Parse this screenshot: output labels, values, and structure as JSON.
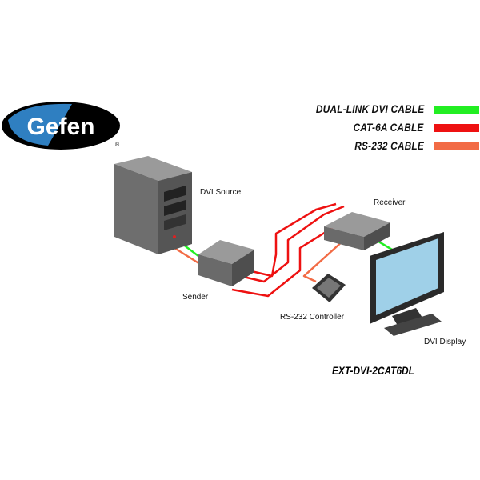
{
  "logo": {
    "text": "Gefen",
    "registered": "®"
  },
  "legend": [
    {
      "label": "DUAL-LINK DVI CABLE",
      "color": "#22ee22"
    },
    {
      "label": "CAT-6A CABLE",
      "color": "#ee1111"
    },
    {
      "label": "RS-232 CABLE",
      "color": "#f26b45"
    }
  ],
  "devices": {
    "source": "DVI Source",
    "sender": "Sender",
    "receiver": "Receiver",
    "controller": "RS-232 Controller",
    "display": "DVI Display"
  },
  "model": "EXT-DVI-2CAT6DL"
}
